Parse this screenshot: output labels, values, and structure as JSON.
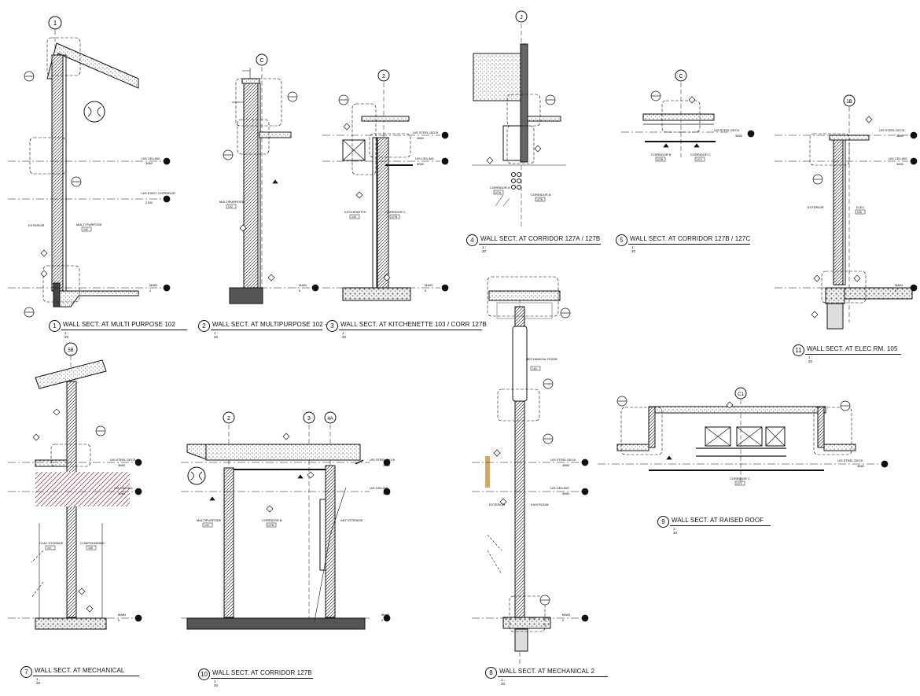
{
  "sections": [
    {
      "num": "1",
      "title": "WALL SECT. AT MULTI PURPOSE 102",
      "scale": "1 : 20"
    },
    {
      "num": "2",
      "title": "WALL SECT. AT MULTIPURPOSE 102 - 2",
      "scale": "1 : 20"
    },
    {
      "num": "3",
      "title": "WALL SECT. AT KITCHENETTE 103 / CORR 127B",
      "scale": "1 : 20"
    },
    {
      "num": "4",
      "title": "WALL SECT. AT CORRIDOR 127A / 127B",
      "scale": "1 : 20"
    },
    {
      "num": "5",
      "title": "WALL SECT. AT CORRIDOR 127B / 127C",
      "scale": "1 : 20"
    },
    {
      "num": "11",
      "title": "WALL SECT. AT ELEC RM. 105",
      "scale": "1 : 20"
    },
    {
      "num": "7",
      "title": "WALL SECT. AT MECHANICAL",
      "scale": "1 : 20"
    },
    {
      "num": "10",
      "title": "WALL SECT. AT CORRIDOR 127B",
      "scale": "1 : 20"
    },
    {
      "num": "8",
      "title": "WALL SECT. AT MECHANICAL 2",
      "scale": "1 : 20"
    },
    {
      "num": "9",
      "title": "WALL SECT. AT RAISED ROOF",
      "scale": "1 : 20"
    }
  ],
  "grid_bubbles": [
    "1",
    "C",
    "2",
    "J",
    "C",
    "1B",
    "5B",
    "2",
    "3",
    "4A",
    "C1"
  ],
  "levels": {
    "us_ceiling": "U/S CEILING",
    "us_steel_deck": "U/S STEEL DECK",
    "us_exist_corridor": "U/S EXIST. CORRIDOR",
    "main": "MAIN",
    "elev_3660": "3660",
    "elev_3060": "3060",
    "elev_2700": "2700",
    "elev_0": "0"
  },
  "rooms": {
    "exterior": "EXTERIOR",
    "multipurpose": "MULTIPURPOSE",
    "multi_purpose": "MULTI PURPOSE",
    "kitchenette": "KITCHENETTE",
    "corridor_a": "CORRIDOR A",
    "corridor_b": "CORRIDOR B",
    "corridor_c": "CORRIDOR C",
    "elec": "ELEC",
    "mechanical_room": "MECHANICAL ROOM",
    "clay_storage": "CLAY STORAGE",
    "compounding": "COMPOUNDING",
    "art_storage": "ART STORAGE",
    "kiln_room": "KILN ROOM"
  },
  "tags": {
    "t102": "102",
    "t103": "103",
    "t127a": "127A",
    "t127b": "127B",
    "t127c": "127C",
    "t105": "105",
    "t116": "116",
    "t107": "107",
    "t108": "108"
  }
}
